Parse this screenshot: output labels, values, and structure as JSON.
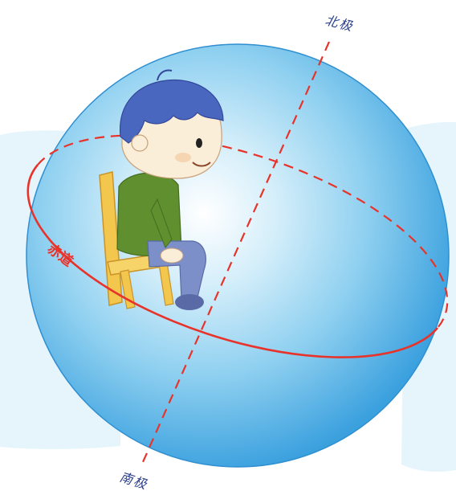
{
  "labels": {
    "north_pole": "北极",
    "south_pole": "南极",
    "equator": "赤道"
  },
  "colors": {
    "globe_light": "#ffffff",
    "globe_mid": "#a9dbf3",
    "globe_dark": "#3aa0de",
    "axis_line": "#e8332a",
    "equator_line": "#e8332a",
    "label_blue": "#2a3f8f",
    "backdrop": "#e6f5fc"
  },
  "figure": {
    "hair": "#4a67c0",
    "skin": "#fbeed8",
    "shirt": "#5f8f2e",
    "pants": "#7d8fc8",
    "chair": "#f3c64d"
  },
  "icons": [
    "globe-sphere",
    "child-on-chair-figure"
  ]
}
